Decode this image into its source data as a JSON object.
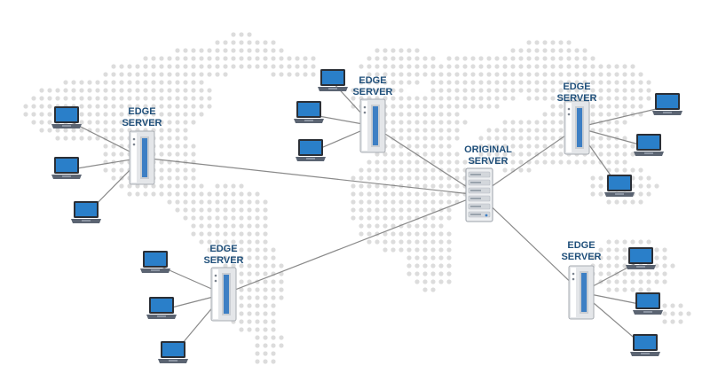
{
  "colors": {
    "map_dots": "#dcdcdc",
    "link_lines": "#8a8a8a",
    "label_text": "#1f4f7a",
    "server_body": "#e4e6e9",
    "server_accent": "#3d7fc4",
    "laptop_screen": "#2a7fc9",
    "laptop_body": "#5b6472"
  },
  "icons": {
    "edge_server": "tower-server-icon",
    "origin_server": "rack-server-icon",
    "client": "laptop-icon"
  },
  "origin": {
    "line1": "ORIGINAL",
    "line2": "SERVER"
  },
  "edge_servers": [
    {
      "id": "west",
      "line1": "EDGE",
      "line2": "SERVER"
    },
    {
      "id": "north",
      "line1": "EDGE",
      "line2": "SERVER"
    },
    {
      "id": "east",
      "line1": "EDGE",
      "line2": "SERVER"
    },
    {
      "id": "southwest",
      "line1": "EDGE",
      "line2": "SERVER"
    },
    {
      "id": "southeast",
      "line1": "EDGE",
      "line2": "SERVER"
    }
  ]
}
